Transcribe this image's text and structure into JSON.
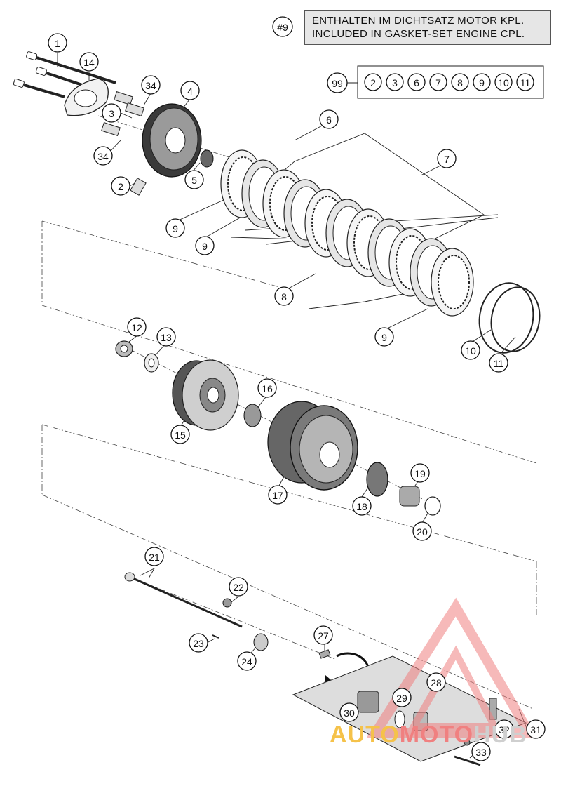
{
  "note": {
    "ref": "#9",
    "line_de": "ENTHALTEN IM DICHTSATZ MOTOR KPL.",
    "line_en": "INCLUDED IN GASKET-SET ENGINE CPL."
  },
  "kit": {
    "ref": "99",
    "items": [
      "2",
      "3",
      "6",
      "7",
      "8",
      "9",
      "10",
      "11"
    ]
  },
  "callouts": [
    "1",
    "14",
    "34",
    "4",
    "3",
    "34",
    "2",
    "5",
    "6",
    "7",
    "9",
    "9",
    "8",
    "9",
    "10",
    "11",
    "12",
    "13",
    "15",
    "16",
    "17",
    "18",
    "19",
    "20",
    "21",
    "22",
    "23",
    "24",
    "27",
    "28",
    "29",
    "30",
    "31",
    "32",
    "33"
  ],
  "watermark": {
    "part1": "AUTO",
    "part2": "MOTO",
    "part3": "HUB",
    "color_a": "#f5c24a",
    "color_b": "#f08080"
  }
}
